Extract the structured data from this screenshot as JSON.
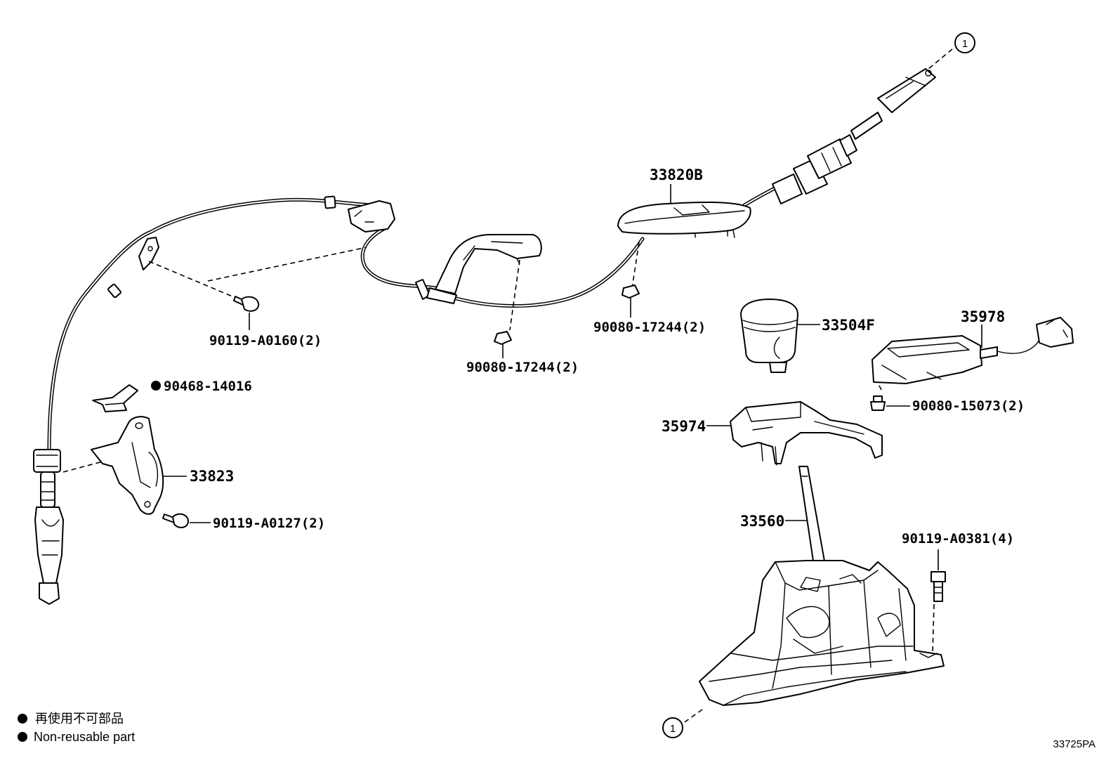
{
  "callouts": {
    "c_33820B": "33820B",
    "c_90119_A0160": "90119-A0160(2)",
    "c_90080_17244_a": "90080-17244(2)",
    "c_90080_17244_b": "90080-17244(2)",
    "c_90468_14016": "90468-14016",
    "c_33823": "33823",
    "c_90119_A0127": "90119-A0127(2)",
    "c_33504F": "33504F",
    "c_35978": "35978",
    "c_90080_15073": "90080-15073(2)",
    "c_35974": "35974",
    "c_33560": "33560",
    "c_90119_A0381": "90119-A0381(4)"
  },
  "refs": {
    "top": "1",
    "bottom": "1"
  },
  "legend": {
    "line1": "再使用不可部品",
    "line2": "Non-reusable part"
  },
  "diagram_code": "33725PA"
}
